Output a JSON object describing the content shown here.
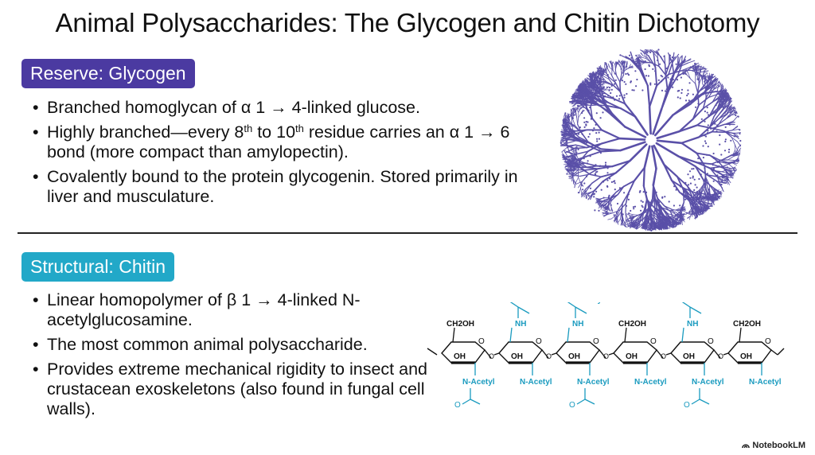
{
  "title": "Animal Polysaccharides: The Glycogen and Chitin Dichotomy",
  "reserve": {
    "badge": "Reserve: Glycogen",
    "bullets": [
      {
        "text": "Branched homoglycan of α 1 → 4-linked glucose."
      },
      {
        "pre": "Highly branched—every 8",
        "sup1": "th",
        "mid": " to 10",
        "sup2": "th",
        "post": " residue carries an α 1 → 6 bond (more compact than amylopectin)."
      },
      {
        "text": "Covalently bound to the protein glycogenin. Stored primarily in liver and musculature."
      }
    ]
  },
  "structural": {
    "badge": "Structural: Chitin",
    "bullets": [
      {
        "text": "Linear homopolymer of β 1 → 4-linked N-acetylglucosamine."
      },
      {
        "text": "The most common animal polysaccharide."
      },
      {
        "text": "Provides extreme mechanical rigidity to insect and crustacean exoskeletons (also found in fungal cell walls)."
      }
    ]
  },
  "chitin_diagram": {
    "units": [
      {
        "top": "CH2OH",
        "bottom": "N-Acetyl",
        "carbonyl": ""
      },
      {
        "top": "NH",
        "bottom": "N-Acetyl",
        "carbonyl": "O"
      },
      {
        "top": "NH",
        "bottom": "N-Acetyl",
        "carbonyl": "O Acetyl"
      },
      {
        "top": "CH2OH",
        "bottom": "N-Acetyl",
        "carbonyl": ""
      },
      {
        "top": "NH",
        "bottom": "N-Acetyl",
        "carbonyl": "O"
      },
      {
        "top": "CH2OH",
        "bottom": "N-Acetyl",
        "carbonyl": ""
      }
    ],
    "ring_o": "O",
    "oh_label": "OH",
    "colors": {
      "bond": "#111111",
      "acetyl": "#1a9bbf",
      "glycogen": "#5a50a8"
    }
  },
  "brand": "NotebookLM"
}
